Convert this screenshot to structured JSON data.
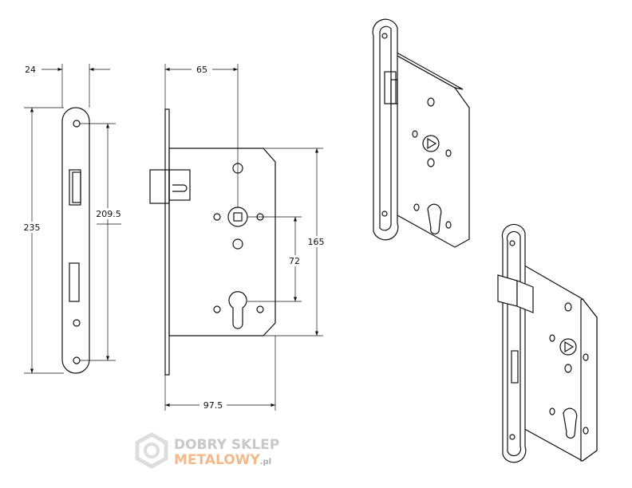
{
  "dimensions": {
    "faceplate_width": "24",
    "faceplate_height": "235",
    "hole_spacing": "209.5",
    "backset": "65",
    "body_height": "165",
    "center_distance": "72",
    "body_depth": "97.5"
  },
  "watermark": {
    "line1": "DOBRY SKLEP",
    "line2": "METALOWY",
    "suffix": ".pl",
    "color1": "#c8c8c8",
    "color2": "#f4b98a"
  }
}
